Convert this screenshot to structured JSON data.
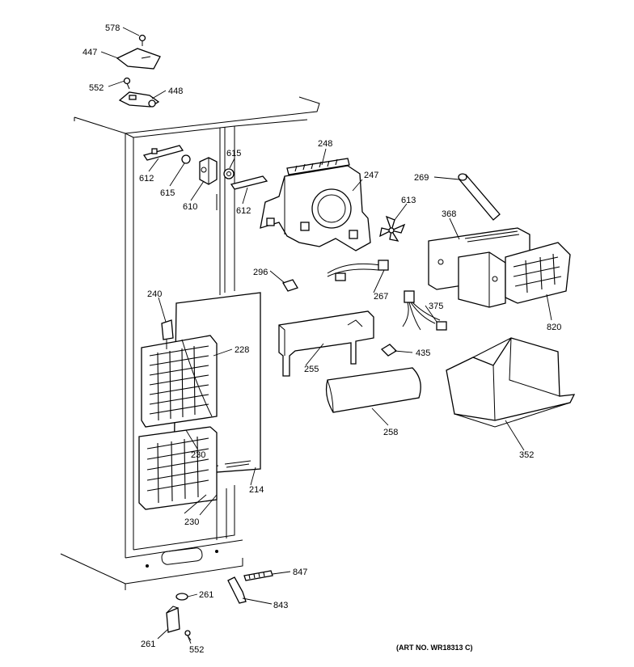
{
  "diagram": {
    "art_number": "(ART NO. WR18313 C)",
    "callouts": {
      "c578": "578",
      "c447": "447",
      "c552a": "552",
      "c448": "448",
      "c612a": "612",
      "c615a": "615",
      "c615b": "615",
      "c610": "610",
      "c612b": "612",
      "c248": "248",
      "c247": "247",
      "c269": "269",
      "c613": "613",
      "c368": "368",
      "c296": "296",
      "c267": "267",
      "c375": "375",
      "c820": "820",
      "c240": "240",
      "c228": "228",
      "c255": "255",
      "c435": "435",
      "c258": "258",
      "c352": "352",
      "c230a": "230",
      "c214": "214",
      "c230b": "230",
      "c847": "847",
      "c261a": "261",
      "c843": "843",
      "c261b": "261",
      "c552b": "552"
    }
  }
}
